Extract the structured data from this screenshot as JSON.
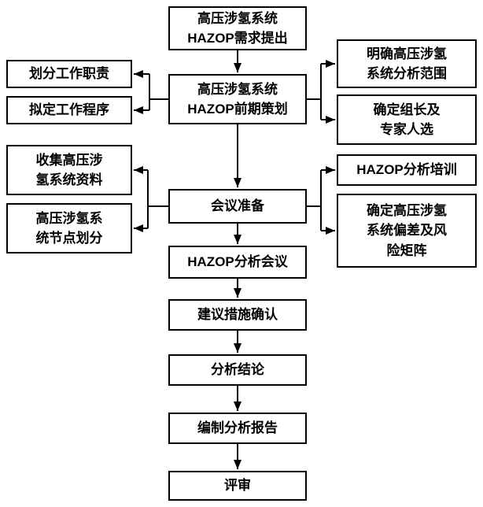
{
  "diagram": {
    "type": "flowchart",
    "language": "zh-CN",
    "colors": {
      "border": "#000000",
      "background": "#ffffff",
      "text": "#000000"
    },
    "nodes": {
      "n1": {
        "label": "高压涉氢系统\nHAZOP需求提出"
      },
      "n2": {
        "label": "高压涉氢系统\nHAZOP前期策划"
      },
      "l1": {
        "label": "划分工作职责"
      },
      "l2": {
        "label": "拟定工作程序"
      },
      "r1": {
        "label": "明确高压涉氢\n系统分析范围"
      },
      "r2": {
        "label": "确定组长及\n专家人选"
      },
      "l3": {
        "label": "收集高压涉\n氢系统资料"
      },
      "l4": {
        "label": "高压涉氢系\n统节点划分"
      },
      "n9": {
        "label": "会议准备"
      },
      "r3": {
        "label": "HAZOP分析培训"
      },
      "r4": {
        "label": "确定高压涉氢\n系统偏差及风\n险矩阵"
      },
      "n12": {
        "label": "HAZOP分析会议"
      },
      "n13": {
        "label": "建议措施确认"
      },
      "n14": {
        "label": "分析结论"
      },
      "n15": {
        "label": "编制分析报告"
      },
      "n16": {
        "label": "评审"
      }
    }
  }
}
